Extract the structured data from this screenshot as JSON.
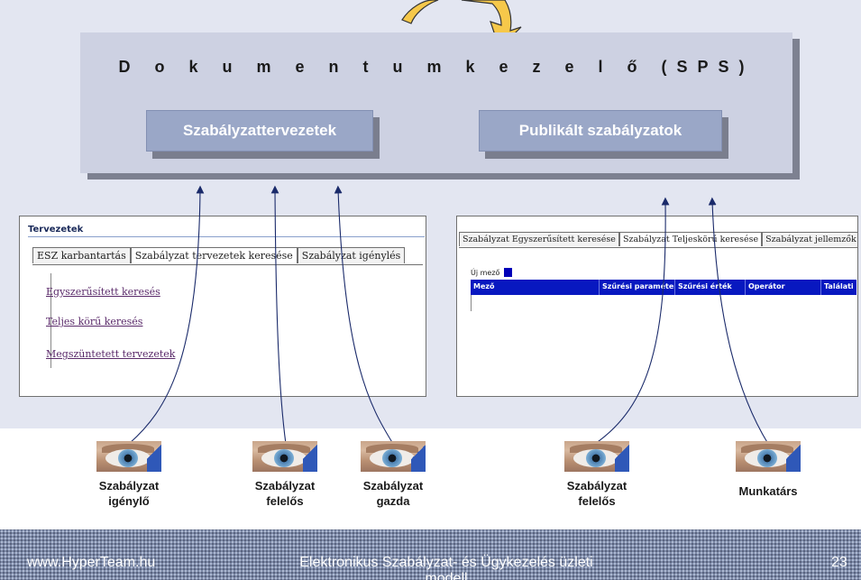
{
  "sps": {
    "title": "D o k u m e n t u m   k e z e l ő (SPS)",
    "draft_box": "Szabályzattervezetek",
    "published_box": "Publikált szabályzatok"
  },
  "left_window": {
    "title": "Tervezetek",
    "tabs": [
      "ESZ karbantartás",
      "Szabályzat tervezetek keresése",
      "Szabályzat igénylés"
    ],
    "links": [
      "Egyszerűsített keresés",
      "Teljes körű keresés",
      "Megszüntetett tervezetek"
    ]
  },
  "right_window": {
    "tabs": [
      "Szabályzat Egyszerűsített keresése",
      "Szabályzat Teljeskörű keresése",
      "Szabályzat jellemzők vált"
    ],
    "new_field_label": "Új mező",
    "columns": [
      "Mező",
      "Szűrési paraméter",
      "Szűrési érték",
      "Operátor",
      "Találati r"
    ]
  },
  "actors": [
    {
      "line1": "Szabályzat",
      "line2": "igénylő"
    },
    {
      "line1": "Szabályzat",
      "line2": "felelős"
    },
    {
      "line1": "Szabályzat",
      "line2": "gazda"
    },
    {
      "line1": "Szabályzat",
      "line2": "felelős"
    },
    {
      "line1": "Munkatárs",
      "line2": ""
    }
  ],
  "footer": {
    "website": "www.HyperTeam.hu",
    "title_line1": "Elektronikus Szabályzat- és Ügykezelés üzleti",
    "title_line2": "modell",
    "page": "23"
  },
  "colors": {
    "band": "#e3e6f1",
    "box": "#cdd1e2",
    "subbox": "#9aa7c7",
    "curved_arrow": "#f6c84a",
    "grid_header": "#0818c0"
  }
}
